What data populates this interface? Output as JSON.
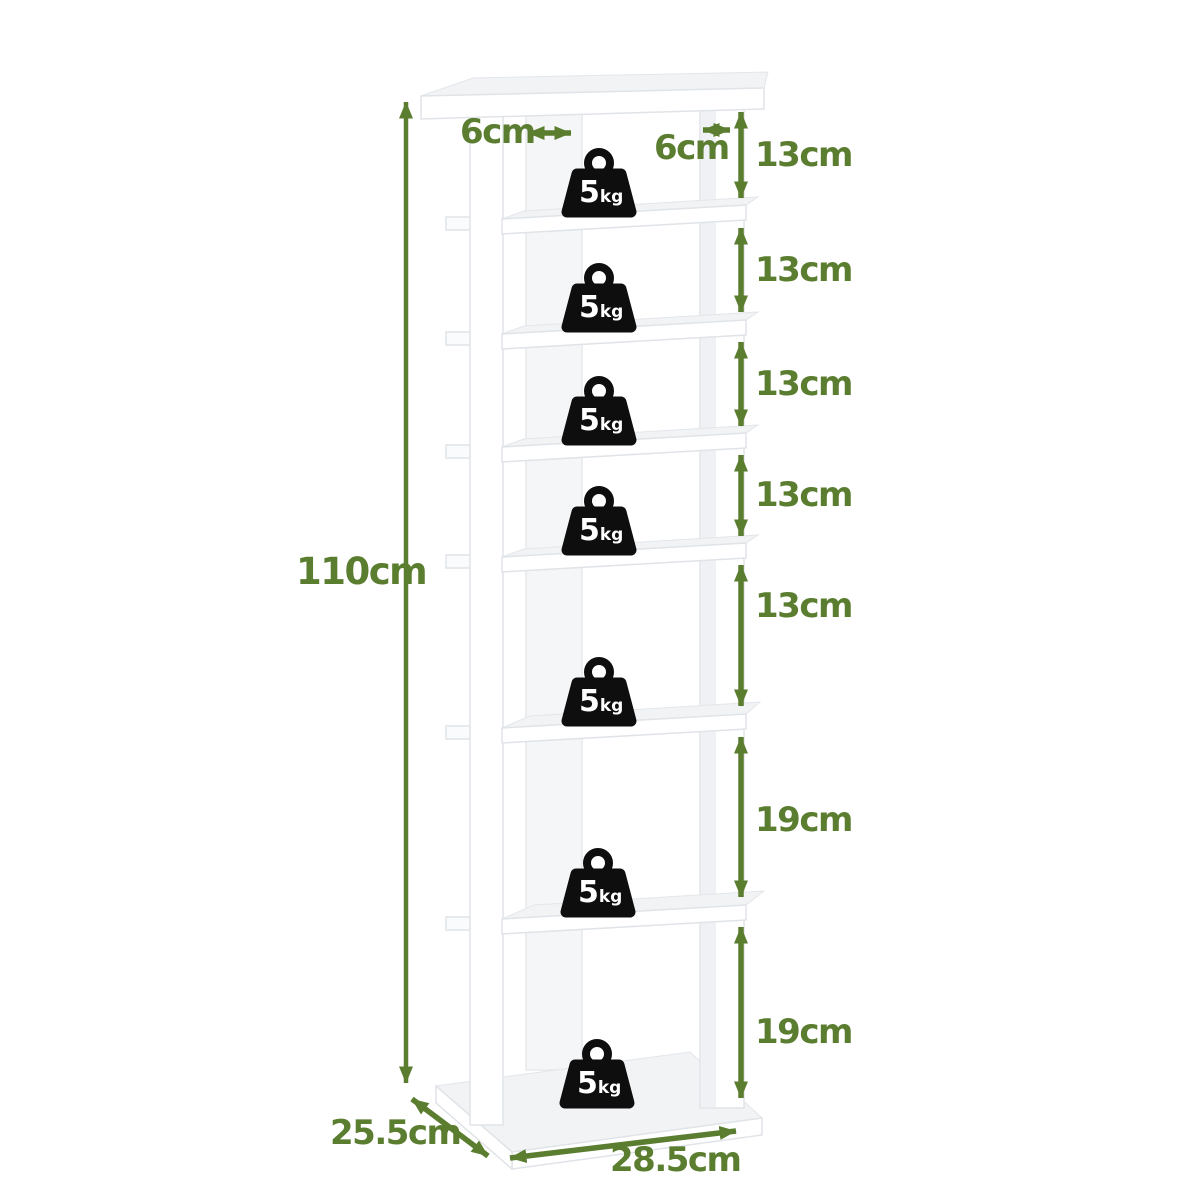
{
  "diagram": {
    "overall_height_label": "110cm",
    "left_column_width_label": "6cm",
    "right_column_width_label": "6cm",
    "tier_gap_labels": [
      "13cm",
      "13cm",
      "13cm",
      "13cm",
      "13cm",
      "19cm",
      "19cm"
    ],
    "base_depth_label": "25.5cm",
    "base_width_label": "28.5cm",
    "weights": [
      {
        "value": "5",
        "unit": "kg"
      },
      {
        "value": "5",
        "unit": "kg"
      },
      {
        "value": "5",
        "unit": "kg"
      },
      {
        "value": "5",
        "unit": "kg"
      },
      {
        "value": "5",
        "unit": "kg"
      },
      {
        "value": "5",
        "unit": "kg"
      },
      {
        "value": "5",
        "unit": "kg"
      }
    ]
  },
  "colors": {
    "dimension_green": "#5a7d30",
    "weight_black": "#0e0e0e",
    "board_white": "#ffffff",
    "board_edge": "#e0e4e8"
  }
}
